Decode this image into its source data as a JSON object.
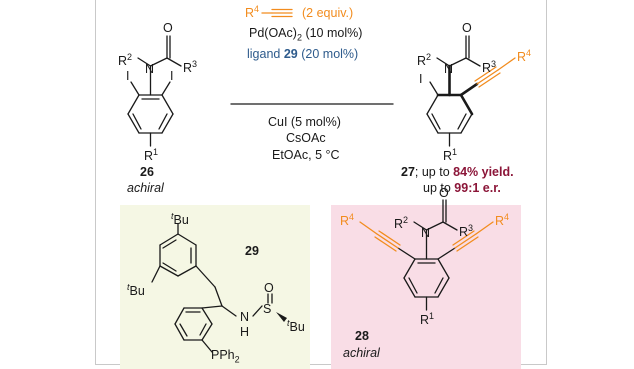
{
  "colors": {
    "orange": "#f28c1e",
    "blue": "#2e5b8c",
    "maroon": "#8b1538",
    "panel_green": "#f5f7e4",
    "panel_pink": "#f9dde6",
    "bond": "#1a1a1a"
  },
  "compound_26": {
    "number": "26",
    "note": "achiral",
    "labels": {
      "r2": "R",
      "r2_sup": "2",
      "n": "N",
      "o": "O",
      "r3": "R",
      "r3_sup": "3",
      "i_left": "I",
      "i_right": "I",
      "r1": "R",
      "r1_sup": "1"
    }
  },
  "conditions": {
    "alkyne_r": "R",
    "alkyne_sup": "4",
    "alkyne_equiv": "(2 equiv.)",
    "pd_line": "Pd(OAc)",
    "pd_sub": "2",
    "pd_load": "(10 mol%)",
    "ligand_word": "ligand",
    "ligand_number": "29",
    "ligand_load": "(20 mol%)",
    "line_cui": "CuI (5 mol%)",
    "line_base": "CsOAc",
    "line_solvent": "EtOAc, 5 °C"
  },
  "compound_27": {
    "number": "27",
    "yield_prefix": "; up to",
    "yield_value": "84% yield.",
    "er_prefix": "up to",
    "er_value": "99:1 e.r.",
    "labels": {
      "r2": "R",
      "r2_sup": "2",
      "n": "N",
      "o": "O",
      "r3": "R",
      "r3_sup": "3",
      "i": "I",
      "r4": "R",
      "r4_sup": "4",
      "r1": "R",
      "r1_sup": "1"
    }
  },
  "ligand_29": {
    "number": "29",
    "labels": {
      "tbu_t": "t",
      "tbu": "Bu",
      "n": "N",
      "h": "H",
      "s": "S",
      "o": "O",
      "pph": "PPh",
      "pph_sub": "2"
    }
  },
  "compound_28": {
    "number": "28",
    "note": "achiral",
    "labels": {
      "r2": "R",
      "r2_sup": "2",
      "n": "N",
      "o": "O",
      "r3": "R",
      "r3_sup": "3",
      "r4": "R",
      "r4_sup": "4",
      "r1": "R",
      "r1_sup": "1"
    }
  }
}
